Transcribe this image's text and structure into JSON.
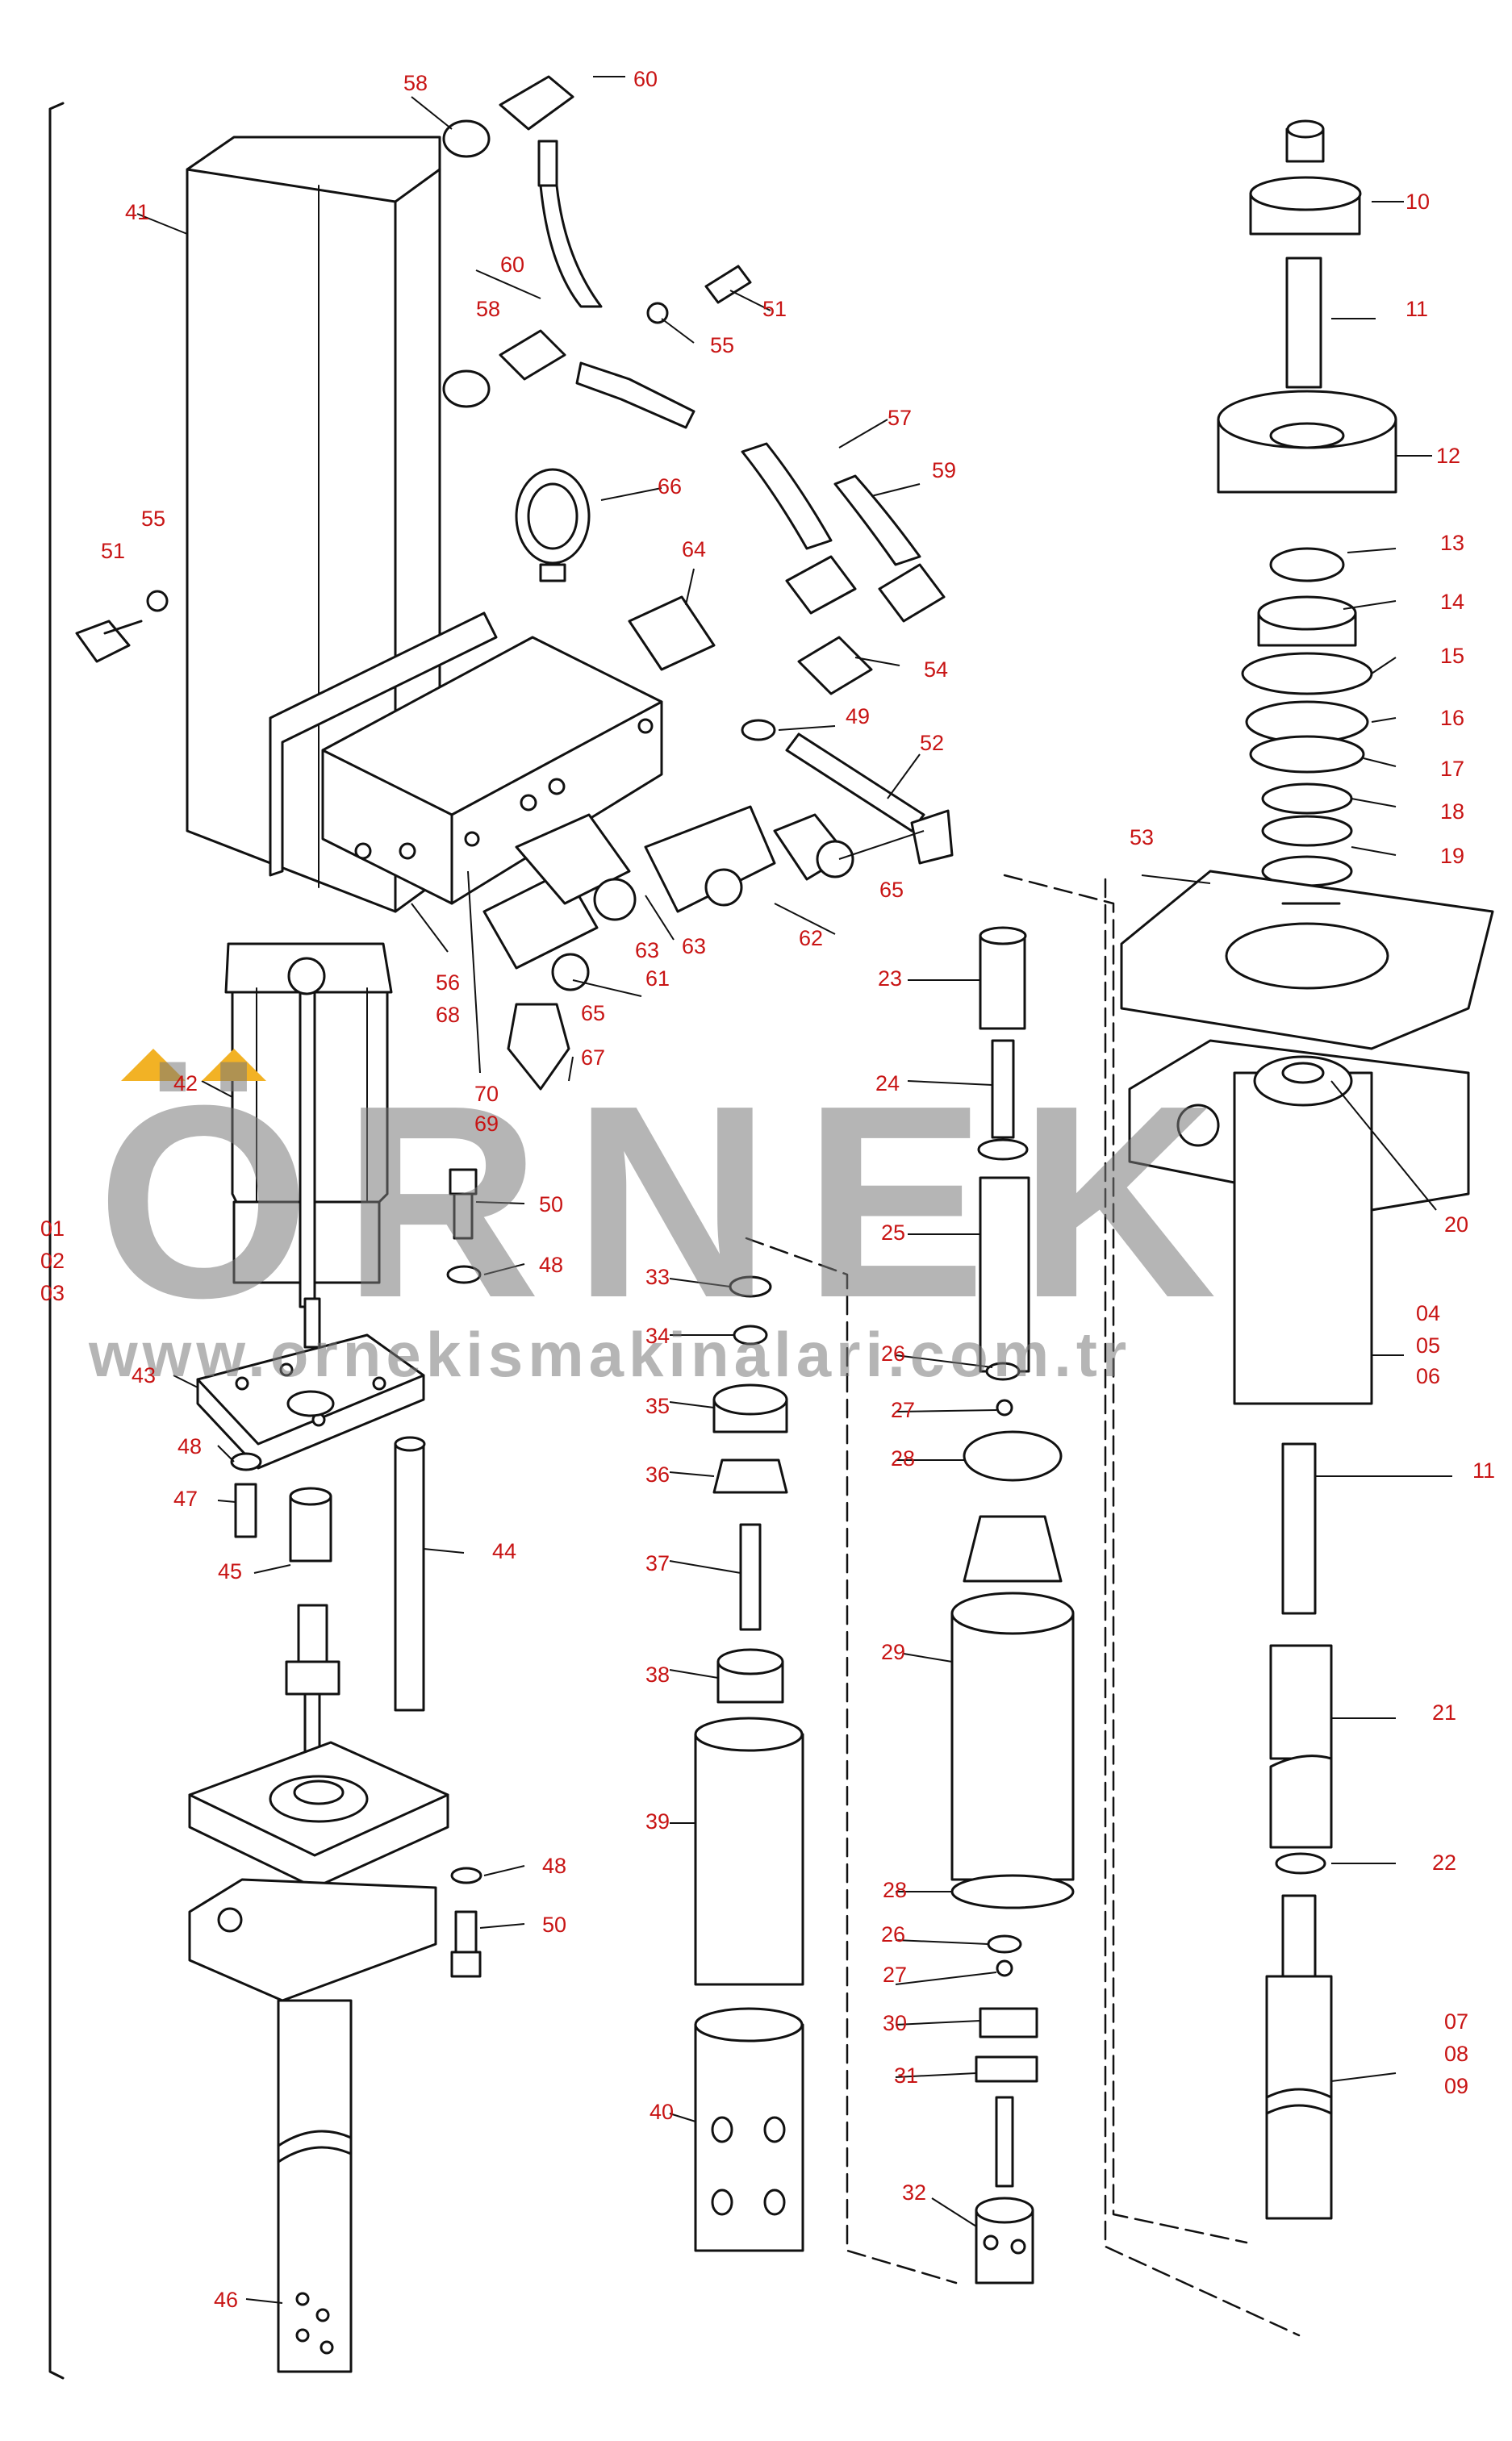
{
  "watermark": {
    "brand": "ÖRNEK",
    "url": "www.ornekismakinalari.com.tr",
    "accent_color": "#f2b225"
  },
  "colors": {
    "line": "#111111",
    "label": "#c81414"
  },
  "part_labels": [
    "01",
    "02",
    "03",
    "04",
    "05",
    "06",
    "07",
    "08",
    "09",
    "10",
    "11",
    "11",
    "12",
    "13",
    "14",
    "15",
    "16",
    "17",
    "18",
    "19",
    "20",
    "21",
    "22",
    "23",
    "24",
    "25",
    "26",
    "27",
    "28",
    "26",
    "27",
    "28",
    "29",
    "30",
    "31",
    "32",
    "33",
    "34",
    "35",
    "36",
    "37",
    "38",
    "39",
    "40",
    "41",
    "42",
    "43",
    "44",
    "45",
    "46",
    "47",
    "48",
    "48",
    "48",
    "49",
    "50",
    "50",
    "51",
    "51",
    "52",
    "53",
    "54",
    "55",
    "55",
    "56",
    "57",
    "58",
    "58",
    "59",
    "60",
    "60",
    "61",
    "62",
    "63",
    "63",
    "64",
    "65",
    "65",
    "66",
    "67",
    "68",
    "69",
    "70"
  ]
}
